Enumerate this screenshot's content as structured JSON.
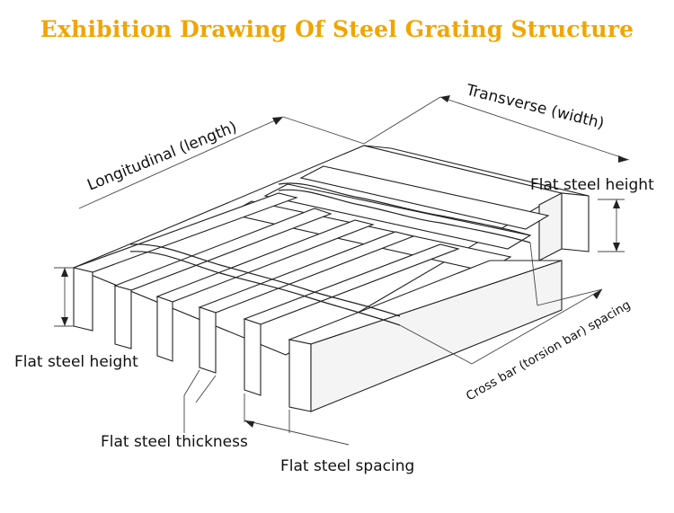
{
  "title": "Exhibition Drawing Of Steel Grating Structure",
  "colors": {
    "title": "#f0a500",
    "line": "#222222",
    "background": "#ffffff"
  },
  "labels": {
    "longitudinal": "Longitudinal (length)",
    "transverse": "Transverse (width)",
    "flat_height_right": "Flat steel height",
    "flat_height_left": "Flat steel height",
    "cross_bar_spacing": "Cross bar (torsion bar) spacing",
    "flat_thickness": "Flat steel thickness",
    "flat_spacing": "Flat steel spacing"
  }
}
